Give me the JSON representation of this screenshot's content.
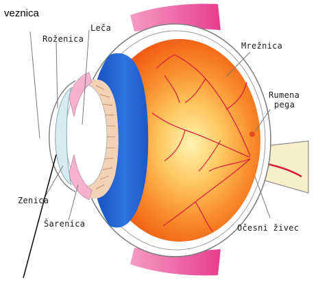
{
  "labels": {
    "veznica": "veznica",
    "rozenica": "Roženica",
    "leca": "Leča",
    "mreznica": "Mrežnica",
    "rumena_pega_1": "Rumena",
    "rumena_pega_2": "pega",
    "zenica": "Zenica",
    "sarenica": "Šarenica",
    "ocesni_zivec": "Očesni živec"
  },
  "colors": {
    "muscle": "#ee5aa0",
    "sclera_outline": "#7a7a7a",
    "retina_orange": "#f47a1f",
    "retina_center": "#ffe9a0",
    "vitreous_blue": "#1a5fd0",
    "ciliary": "#f3d3b8",
    "lens": "#ffffff",
    "cornea": "#d6ecf2",
    "iris_pink": "#f5b2cf",
    "vessel": "#d81b3c",
    "nerve": "#f7efc9"
  }
}
